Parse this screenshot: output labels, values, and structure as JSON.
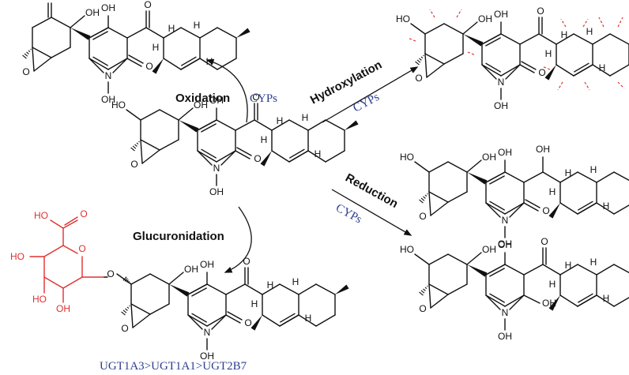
{
  "colors": {
    "ink": "#111111",
    "enzyme": "#2c3e8f",
    "sugar": "#e03030",
    "cut_mark": "#e03030"
  },
  "labels": {
    "oxidation": "Oxidation",
    "oxidation_enzyme": "CYPs",
    "hydroxylation": "Hydroxylation",
    "hydroxylation_enzyme": "CYPs",
    "reduction": "Reduction",
    "reduction_enzyme": "CYPs",
    "glucuronidation": "Glucuronidation",
    "ugt_order": "UGT1A3>UGT1A1>UGT2B7"
  },
  "atoms": {
    "O": "O",
    "OH": "OH",
    "HO": "HO",
    "H": "H",
    "N": "N"
  },
  "molecules": [
    {
      "id": "parent",
      "ring_group": "hydroxy-epoxy",
      "linker": "ketone",
      "pyridone": "normal",
      "hydroxylation_marks": false,
      "sugar": false
    },
    {
      "id": "oxidation-product",
      "ring_group": "keto-epoxy",
      "linker": "ketone",
      "pyridone": "normal",
      "hydroxylation_marks": false,
      "sugar": false
    },
    {
      "id": "hydroxylation-product",
      "ring_group": "hydroxy-epoxy",
      "linker": "ketone",
      "pyridone": "normal",
      "hydroxylation_marks": true,
      "sugar": false
    },
    {
      "id": "reduction-product-alcohol",
      "ring_group": "hydroxy-epoxy",
      "linker": "secondary-alcohol",
      "pyridone": "normal",
      "hydroxylation_marks": false,
      "sugar": false
    },
    {
      "id": "reduction-product-hemiaminal",
      "ring_group": "hydroxy-epoxy",
      "linker": "ketone",
      "pyridone": "hydroxy-reduced",
      "hydroxylation_marks": false,
      "sugar": false
    },
    {
      "id": "glucuronide-product",
      "ring_group": "glucuronide-epoxy",
      "linker": "ketone",
      "pyridone": "normal",
      "hydroxylation_marks": false,
      "sugar": true
    }
  ]
}
